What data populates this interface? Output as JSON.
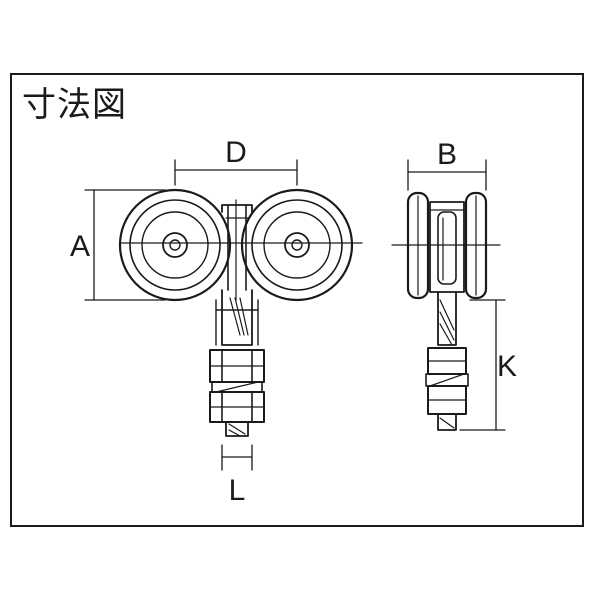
{
  "title": "寸法図",
  "dimensions": {
    "d": "D",
    "a": "A",
    "b": "B",
    "k": "K",
    "l": "L"
  },
  "colors": {
    "line": "#1a1a1a",
    "background": "#ffffff"
  }
}
